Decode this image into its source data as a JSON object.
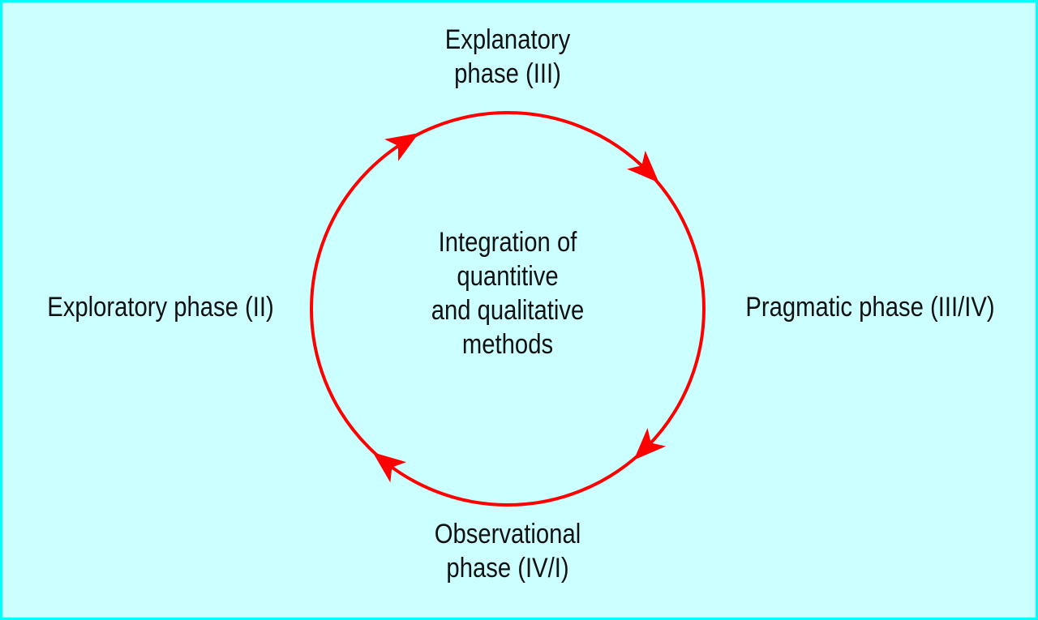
{
  "diagram": {
    "center_text": [
      "Integration of",
      "quantitive",
      "and qualitative",
      "methods"
    ],
    "phases": {
      "top": [
        "Explanatory",
        "phase (III)"
      ],
      "right": [
        "Pragmatic phase (III/IV)"
      ],
      "bottom": [
        "Observational",
        "phase (IV/I)"
      ],
      "left": [
        "Exploratory phase (II)"
      ]
    },
    "cycle_direction": "clockwise",
    "colors": {
      "background": "#ccffff",
      "border": "#00ffff",
      "cycle": "#ff0000",
      "text": "#111111"
    }
  }
}
